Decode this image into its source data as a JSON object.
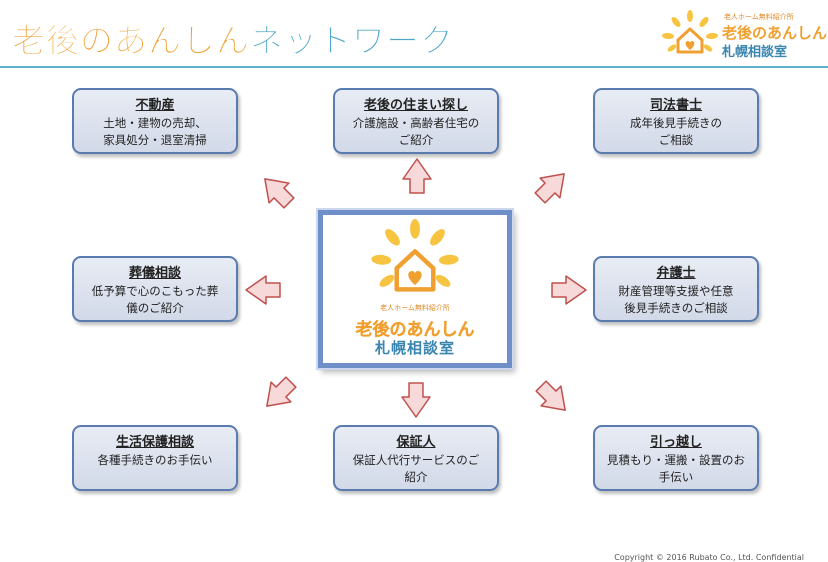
{
  "header": {
    "title_part1": "老後のあんしん",
    "title_part2": "ネットワーク",
    "logo_sub": "老人ホーム無料紹介所",
    "logo_name": "老後のあんしん",
    "logo_office": "札幌相談室"
  },
  "center": {
    "logo_sub": "老人ホーム無料紹介所",
    "logo_name": "老後のあんしん",
    "logo_office": "札幌相談室"
  },
  "nodes": {
    "real_estate": {
      "title": "不動産",
      "line1": "土地・建物の売却、",
      "line2": "家具処分・退室清掃"
    },
    "housing": {
      "title": "老後の住まい探し",
      "line1": "介護施設・高齢者住宅の",
      "line2": "ご紹介"
    },
    "scrivener": {
      "title": "司法書士",
      "line1": "成年後見手続きの",
      "line2": "ご相談"
    },
    "funeral": {
      "title": "葬儀相談",
      "line1": "低予算で心のこもった葬",
      "line2": "儀のご紹介"
    },
    "lawyer": {
      "title": "弁護士",
      "line1": "財産管理等支援や任意",
      "line2": "後見手続きのご相談"
    },
    "welfare": {
      "title": "生活保護相談",
      "line1": "各種手続きのお手伝い",
      "line2": ""
    },
    "guarantor": {
      "title": "保証人",
      "line1": "保証人代行サービスのご",
      "line2": "紹介"
    },
    "moving": {
      "title": "引っ越し",
      "line1": "見積もり・運搬・設置のお",
      "line2": "手伝い"
    }
  },
  "colors": {
    "orange": "#f0a030",
    "blue": "#3a86b0",
    "arrow_fill": "#f7d9d9",
    "arrow_stroke": "#c0504d",
    "box_border": "#5a7bb0"
  },
  "footer": {
    "copyright": "Copyright © 2016 Rubato Co., Ltd.  Confidential"
  }
}
